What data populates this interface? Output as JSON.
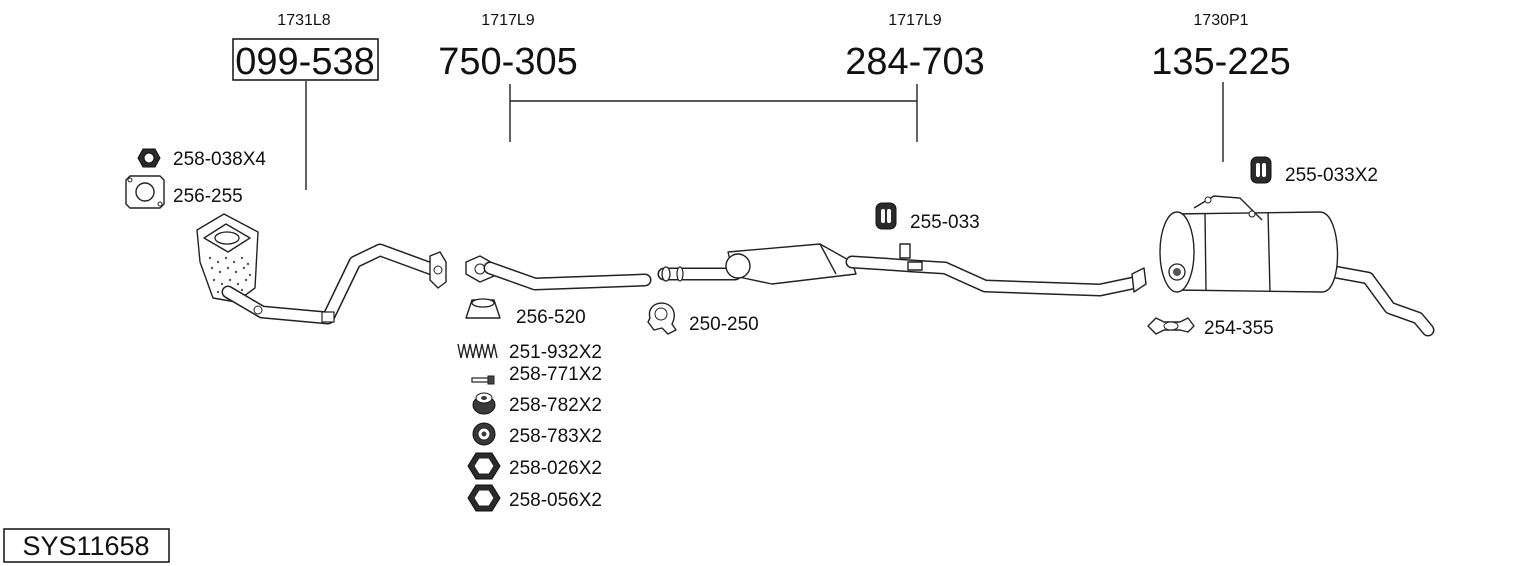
{
  "groups": [
    {
      "code": "1731L8",
      "part": "099-538"
    },
    {
      "code": "1717L9",
      "part": "750-305"
    },
    {
      "code": "1717L9",
      "part": "284-703"
    },
    {
      "code": "1730P1",
      "part": "135-225"
    }
  ],
  "parts": {
    "nut_258_038": "258-038X4",
    "gasket_256_255": "256-255",
    "ring_256_520": "256-520",
    "spring_251_932": "251-932X2",
    "bolt_258_771": "258-771X2",
    "bush_258_782": "258-782X2",
    "washer_258_783": "258-783X2",
    "nut_258_026": "258-026X2",
    "nut_258_056": "258-056X2",
    "clamp_250_250": "250-250",
    "hanger_255_033": "255-033",
    "hanger_255_033x2": "255-033X2",
    "clamp_254_355": "254-355"
  },
  "system_id": "SYS11658"
}
